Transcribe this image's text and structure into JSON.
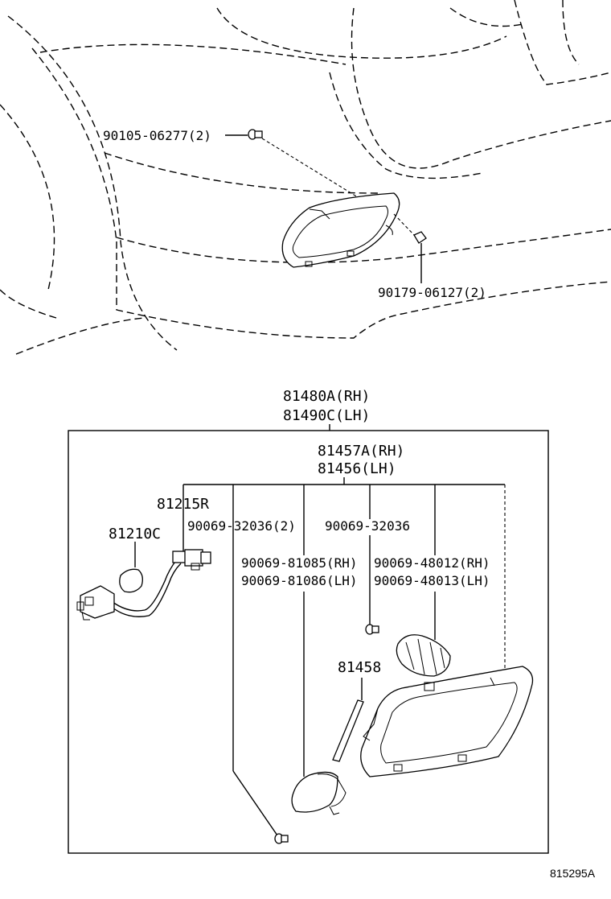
{
  "diagram_id": "815295A",
  "callouts": {
    "bolt_top": "90105-06277(2)",
    "nut_top": "90179-06127(2)",
    "assembly_rh": "81480A(RH)",
    "assembly_lh": "81490C(LH)",
    "lens_rh": "81457A(RH)",
    "lens_lh": "81456(LH)",
    "socket": "81215R",
    "bulb": "81210C",
    "screw_a": "90069-32036(2)",
    "screw_b": "90069-32036",
    "bulb_a_rh": "90069-81085(RH)",
    "bulb_a_lh": "90069-81086(LH)",
    "bulb_b_rh": "90069-48012(RH)",
    "bulb_b_lh": "90069-48013(LH)",
    "gasket": "81458"
  }
}
